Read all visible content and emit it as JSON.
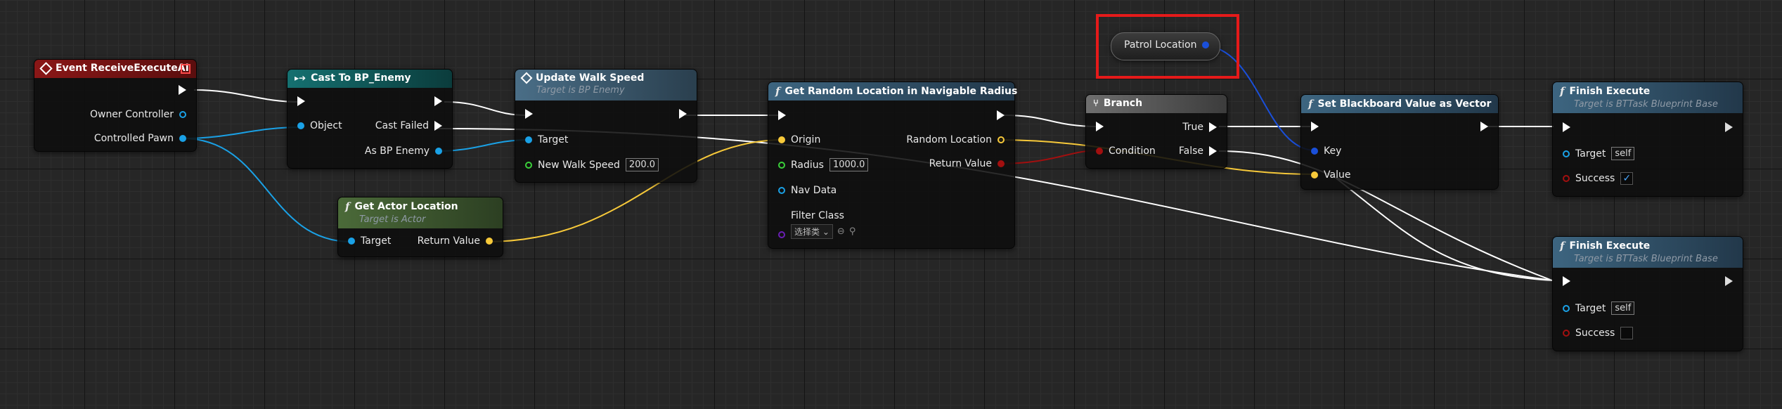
{
  "nodes": {
    "event": {
      "title": "Event ReceiveExecuteAI",
      "owner_controller": "Owner Controller",
      "controlled_pawn": "Controlled Pawn"
    },
    "cast": {
      "title": "Cast To BP_Enemy",
      "object": "Object",
      "cast_failed": "Cast Failed",
      "as_bp_enemy": "As BP Enemy"
    },
    "update_walk_speed": {
      "title": "Update Walk Speed",
      "subtitle": "Target is BP Enemy",
      "target": "Target",
      "new_walk_speed": "New Walk Speed",
      "new_walk_speed_value": "200.0"
    },
    "get_actor_location": {
      "title": "Get Actor Location",
      "subtitle": "Target is Actor",
      "target": "Target",
      "return_value": "Return Value"
    },
    "get_random_location": {
      "title": "Get Random Location in Navigable Radius",
      "origin": "Origin",
      "radius": "Radius",
      "radius_value": "1000.0",
      "nav_data": "Nav Data",
      "filter_class": "Filter Class",
      "filter_select": "选择类",
      "random_location": "Random Location",
      "return_value": "Return Value"
    },
    "patrol_location": {
      "label": "Patrol Location"
    },
    "branch": {
      "title": "Branch",
      "condition": "Condition",
      "true": "True",
      "false": "False"
    },
    "set_blackboard": {
      "title": "Set Blackboard Value as Vector",
      "key": "Key",
      "value": "Value"
    },
    "finish_execute_1": {
      "title": "Finish Execute",
      "subtitle": "Target is BTTask Blueprint Base",
      "target": "Target",
      "target_value": "self",
      "success": "Success",
      "success_checked": "✓"
    },
    "finish_execute_2": {
      "title": "Finish Execute",
      "subtitle": "Target is BTTask Blueprint Base",
      "target": "Target",
      "target_value": "self",
      "success": "Success",
      "success_checked": ""
    }
  },
  "colors": {
    "exec_wire": "#ffffff",
    "object_wire": "#1aa1e6",
    "vector_wire": "#f7c93a",
    "bool_wire": "#a20f0f",
    "key_wire": "#1a4fd9",
    "highlight_box": "#e51a1a",
    "event_header": "#7a1414",
    "cast_header": "#0f5a5a",
    "function_header": "#39596f",
    "pure_header": "#3c5a2a",
    "branch_header": "#5c5c5c"
  },
  "icons": [
    "event-diamond-icon",
    "cast-arrow-icon",
    "function-icon",
    "branch-icon",
    "stop-square-icon",
    "arrow-left-icon",
    "search-icon",
    "dropdown-chevron-icon"
  ]
}
